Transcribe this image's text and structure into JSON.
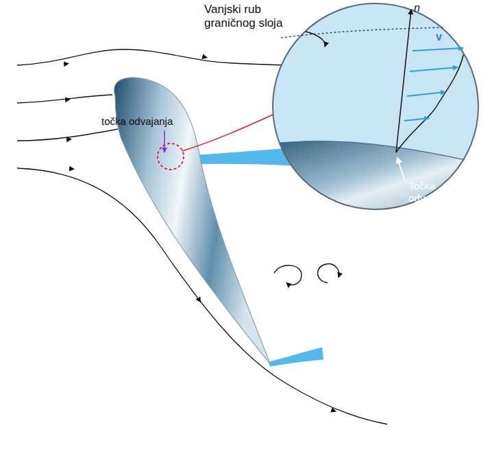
{
  "diagram": {
    "labels": [
      "Vanjski rub graničnog sloja",
      "točka odvajanja",
      "n",
      "v",
      "Točka odvajanja"
    ]
  }
}
